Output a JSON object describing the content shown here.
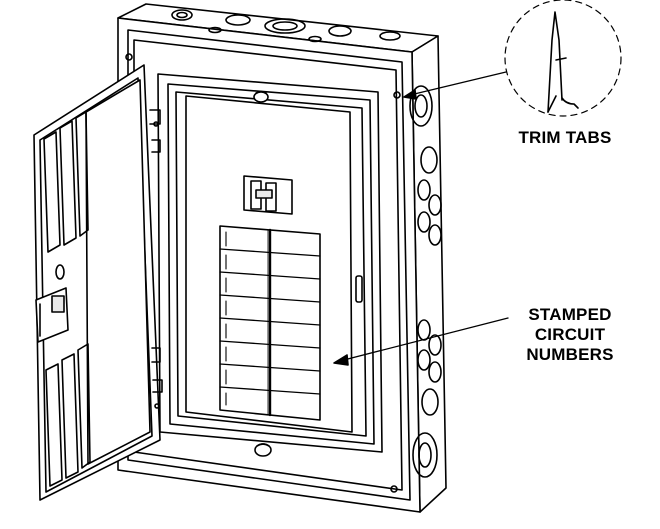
{
  "labels": {
    "trim_tabs": "TRIM TABS",
    "stamped_circuit_numbers": [
      "STAMPED",
      "CIRCUIT",
      "NUMBERS"
    ]
  },
  "colors": {
    "stroke": "#000000",
    "fill": "#ffffff",
    "shade": "#e9e9e9"
  }
}
